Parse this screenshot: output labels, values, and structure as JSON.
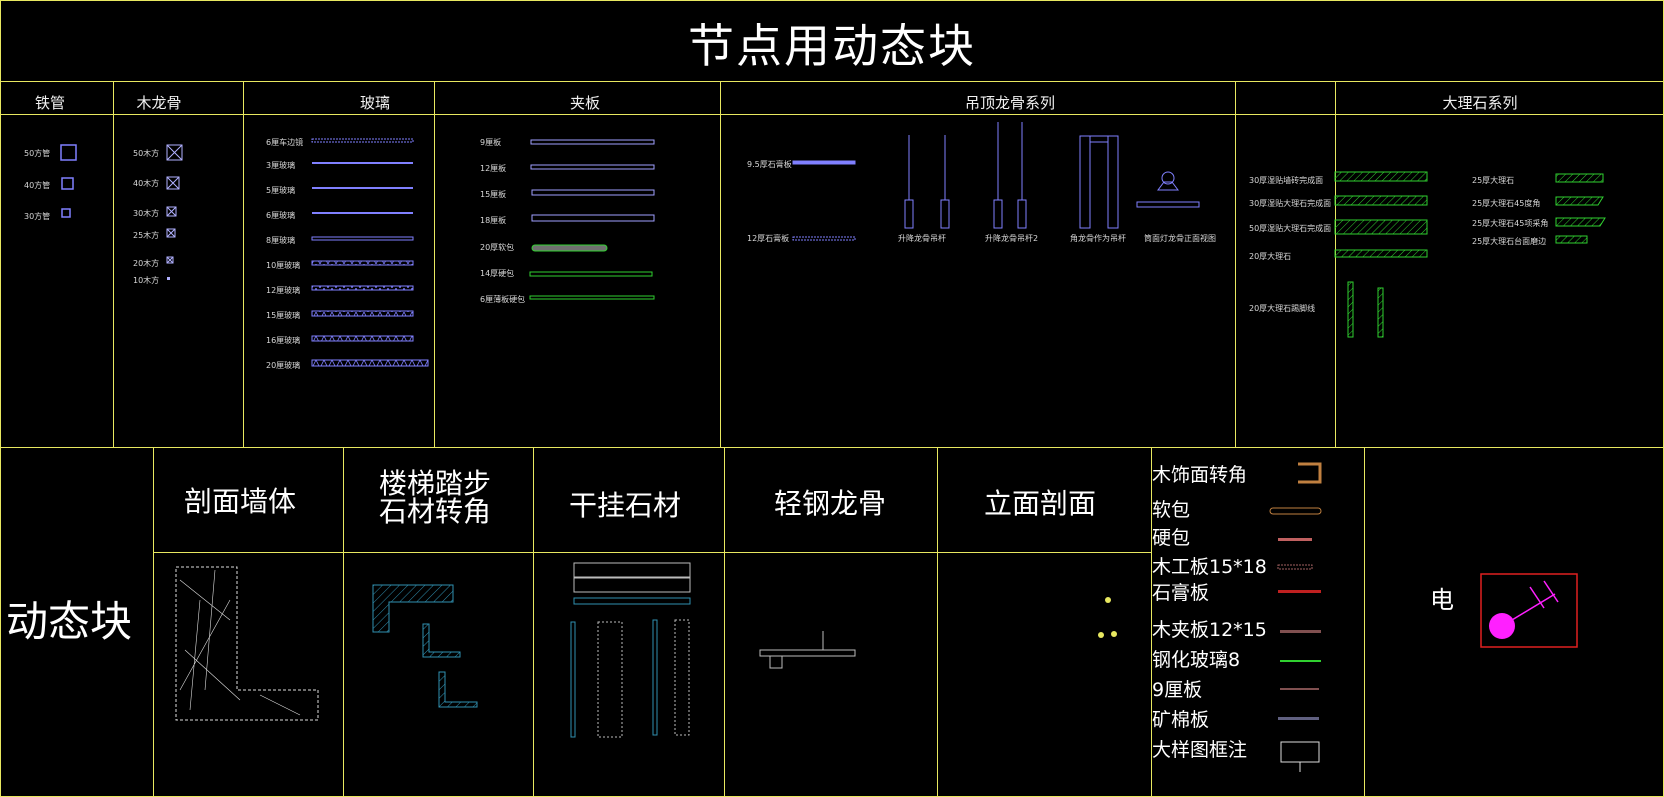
{
  "title": "节点用动态块",
  "top_sections": {
    "iron_pipe": "铁管",
    "wood_keel": "木龙骨",
    "glass": "玻璃",
    "plywood": "夹板",
    "ceiling_keel": "吊顶龙骨系列",
    "marble": "大理石系列"
  },
  "iron_pipe_items": [
    "50方管",
    "40方管",
    "30方管"
  ],
  "wood_keel_items": [
    "50木方",
    "40木方",
    "30木方",
    "25木方",
    "20木方",
    "10木方"
  ],
  "glass_items": [
    "6厘车边镜",
    "3厘玻璃",
    "5厘玻璃",
    "6厘玻璃",
    "8厘玻璃",
    "10厘玻璃",
    "12厘玻璃",
    "15厘玻璃",
    "16厘玻璃",
    "20厘玻璃"
  ],
  "plywood_items": [
    "9厘板",
    "12厘板",
    "15厘板",
    "18厘板",
    "20厚软包",
    "14厚硬包",
    "6厘薄板硬包"
  ],
  "ceiling_items": {
    "board1": "9.5厚石膏板",
    "board2": "12厚石膏板",
    "hanger1": "升降龙骨吊杆",
    "hanger2": "升降龙骨吊杆2",
    "hanger3": "角龙骨作为吊杆",
    "lamp": "筒面灯龙骨正面视图"
  },
  "marble_left_items": [
    "30厚湿贴墙砖完成面",
    "30厚湿贴大理石完成面",
    "50厚湿贴大理石完成面",
    "20厚大理石",
    "20厚大理石踢脚线"
  ],
  "marble_right_items": [
    "25厚大理石",
    "25厚大理石45度角",
    "25厚大理石45项采角",
    "25厚大理石台面磨边"
  ],
  "bottom": {
    "left_label": "动态块",
    "sections": [
      "剖面墙体",
      "楼梯踏步",
      "石材转角",
      "干挂石材",
      "轻钢龙骨",
      "立面剖面"
    ],
    "materials": [
      "木饰面转角",
      "软包",
      "硬包",
      "木工板15*18",
      "石膏板",
      "木夹板12*15",
      "钢化玻璃8",
      "9厘板",
      "矿棉板",
      "大样图框注"
    ],
    "electric": "电"
  },
  "colors": {
    "grid": "#e8e860",
    "blue": "#8080ff",
    "green": "#30d030",
    "cyan": "#3090b0",
    "magenta": "#ff20ff",
    "red": "#e02020"
  }
}
